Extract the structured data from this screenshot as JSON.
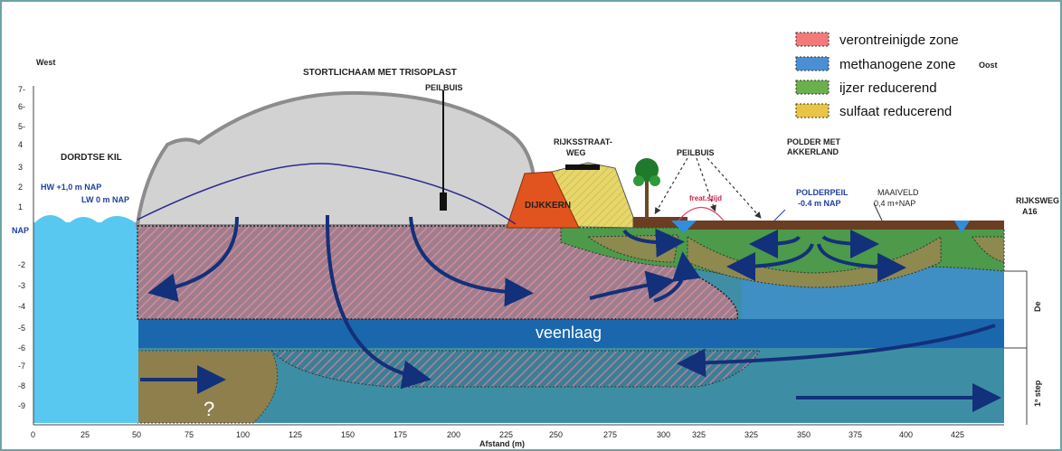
{
  "legend": [
    {
      "label": "verontreinigde zone",
      "color": "#f37a79"
    },
    {
      "label": "methanogene zone",
      "color": "#4a8fd4"
    },
    {
      "label": "ijzer reducerend",
      "color": "#6ab04c"
    },
    {
      "label": "sulfaat reducerend",
      "color": "#e8c547"
    }
  ],
  "labels": {
    "west": "West",
    "oost": "Oost",
    "stortlichaam": "STORTLICHAAM MET TRISOPLAST",
    "peilbuis_top": "PEILBUIS",
    "peilbuis_right": "PEILBUIS",
    "dordtse_kil": "DORDTSE KIL",
    "hw": "HW +1,0 m NAP",
    "lw": "LW 0 m NAP",
    "nap": "NAP",
    "rijksstraatweg_1": "RIJKSSTRAAT-",
    "rijksstraatweg_2": "WEG",
    "dijkkern": "DIJKKERN",
    "polder_1": "POLDER MET",
    "polder_2": "AKKERLAND",
    "polderpeil_1": "POLDERPEIL",
    "polderpeil_2": "-0.4 m NAP",
    "maaiveld_1": "MAAIVELD",
    "maaiveld_2": "0,4 m+NAP",
    "rijksweg_1": "RIJKSWEG",
    "rijksweg_2": "A16",
    "freatisch": "freat.stijd",
    "veenlaag": "veenlaag",
    "question": "?",
    "xaxis_title": "Afstand (m)",
    "layer_1": "De",
    "layer_2": "1º step"
  },
  "y_ticks": [
    "7-",
    "6-",
    "5-",
    "4",
    "3",
    "2",
    "1",
    "NAP",
    "-2",
    "-3",
    "-4",
    "-5",
    "-6",
    "-7",
    "-8",
    "-9"
  ],
  "x_ticks": [
    "0",
    "25",
    "50",
    "75",
    "100",
    "125",
    "150",
    "175",
    "200",
    "225",
    "250",
    "275",
    "300",
    "325",
    "325",
    "350",
    "375",
    "400",
    "425"
  ]
}
